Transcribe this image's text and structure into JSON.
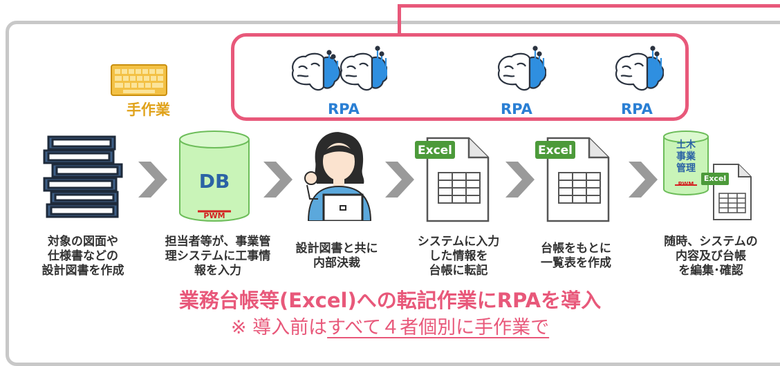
{
  "rpa_labels": [
    "RPA",
    "RPA",
    "RPA"
  ],
  "manual_label": "手作業",
  "db_label": "DB",
  "pwm_label": "PWM",
  "excel_label": "Excel",
  "ledger_label": "土木\n事業\n管理",
  "captions": [
    "対象の図面や\n仕様書などの\n設計図書を作成",
    "担当者等が、事業管\n理システムに工事情\n報を入力",
    "設計図書と共に\n内部決裁",
    "システムに入力\nした情報を\n台帳に転記",
    "台帳をもとに\n一覧表を作成",
    "随時、システムの\n内容及び台帳\nを編集･確認"
  ],
  "headline": "業務台帳等(Excel)への転記作業にRPAを導入",
  "subline_prefix": "※ 導入前は",
  "subline_underlined": "すべて４者個別に手作業で",
  "colors": {
    "accent_pink": "#e8587a",
    "rpa_blue": "#2a7fd4",
    "manual_gold": "#e0a21a",
    "excel_green": "#4c9a3a",
    "db_green": "#c9f4b8"
  }
}
